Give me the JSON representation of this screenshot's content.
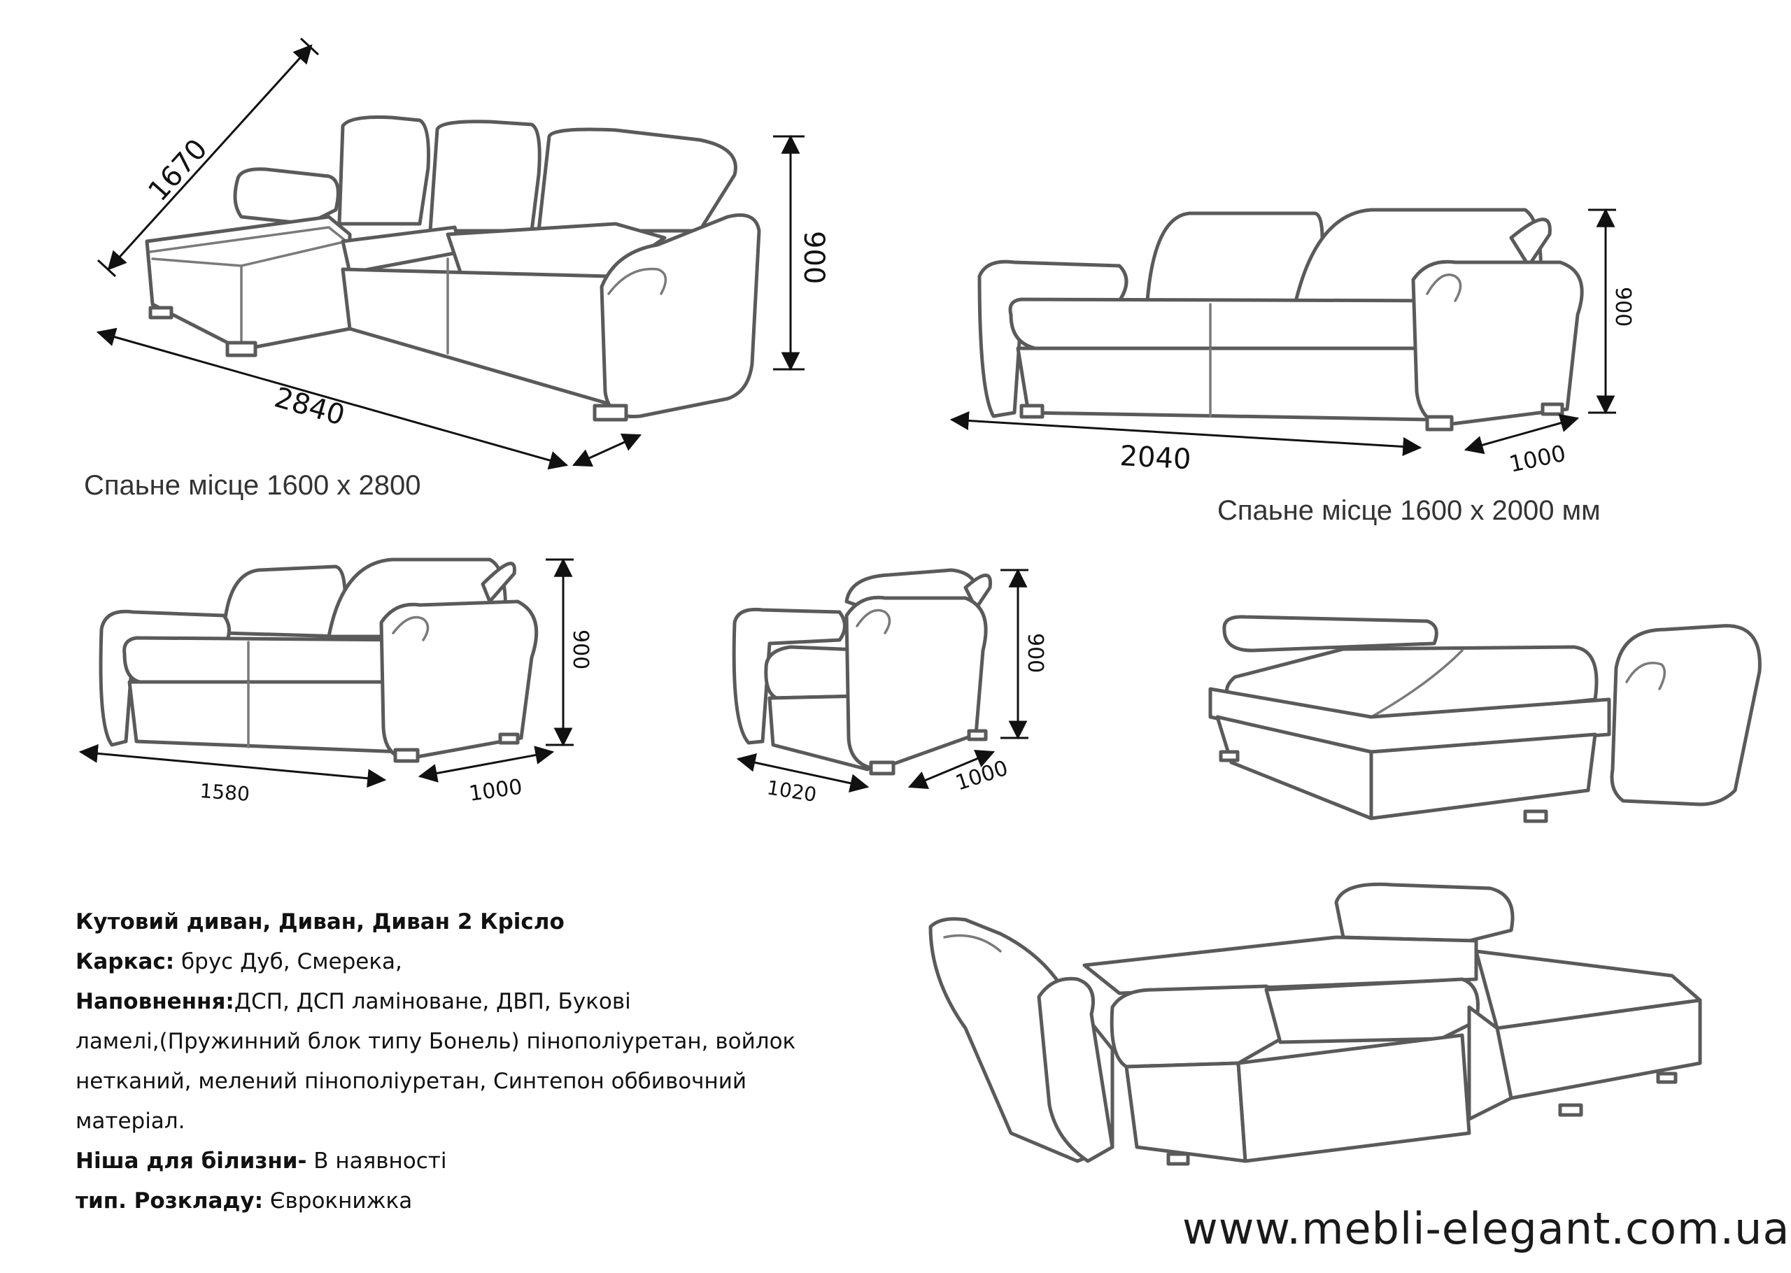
{
  "dimensions": {
    "corner_sofa": {
      "depth": "1670",
      "width": "2840",
      "height": "900"
    },
    "sofa": {
      "width": "2040",
      "depth": "1000",
      "height": "900"
    },
    "small_sofa": {
      "width": "1580",
      "depth": "1000",
      "height": "900"
    },
    "armchair": {
      "width": "1020",
      "depth": "1000",
      "height": "900"
    }
  },
  "captions": {
    "corner_sleeping": "Спаьне місце 1600 х  2800",
    "sofa_sleeping": "Спаьне місце 1600 х 2000 мм"
  },
  "spec": {
    "title": "Кутовий диван, Диван, Диван 2 Крісло",
    "frame_label": "Каркас:",
    "frame_value": " брус Дуб, Смерека,",
    "filling_label": "Наповнення:",
    "filling_value_1": "ДСП, ДСП ламіноване, ДВП, Букові",
    "filling_value_2": "ламелі,(Пружинний блок типу Бонель) пінополіуретан, войлок",
    "filling_value_3": "нетканий, мелений пінополіуретан, Синтепон оббивочний",
    "filling_value_4": "матеріал.",
    "niche_label": "Ніша для білизни-",
    "niche_value": " В наявності",
    "mechanism_label": "тип. Розкладу:",
    "mechanism_value": " Єврокнижка"
  },
  "website": "www.mebli-elegant.com.ua",
  "colors": {
    "outline": "#5a5a5a",
    "dimension_lines": "#111111",
    "background": "#ffffff"
  }
}
